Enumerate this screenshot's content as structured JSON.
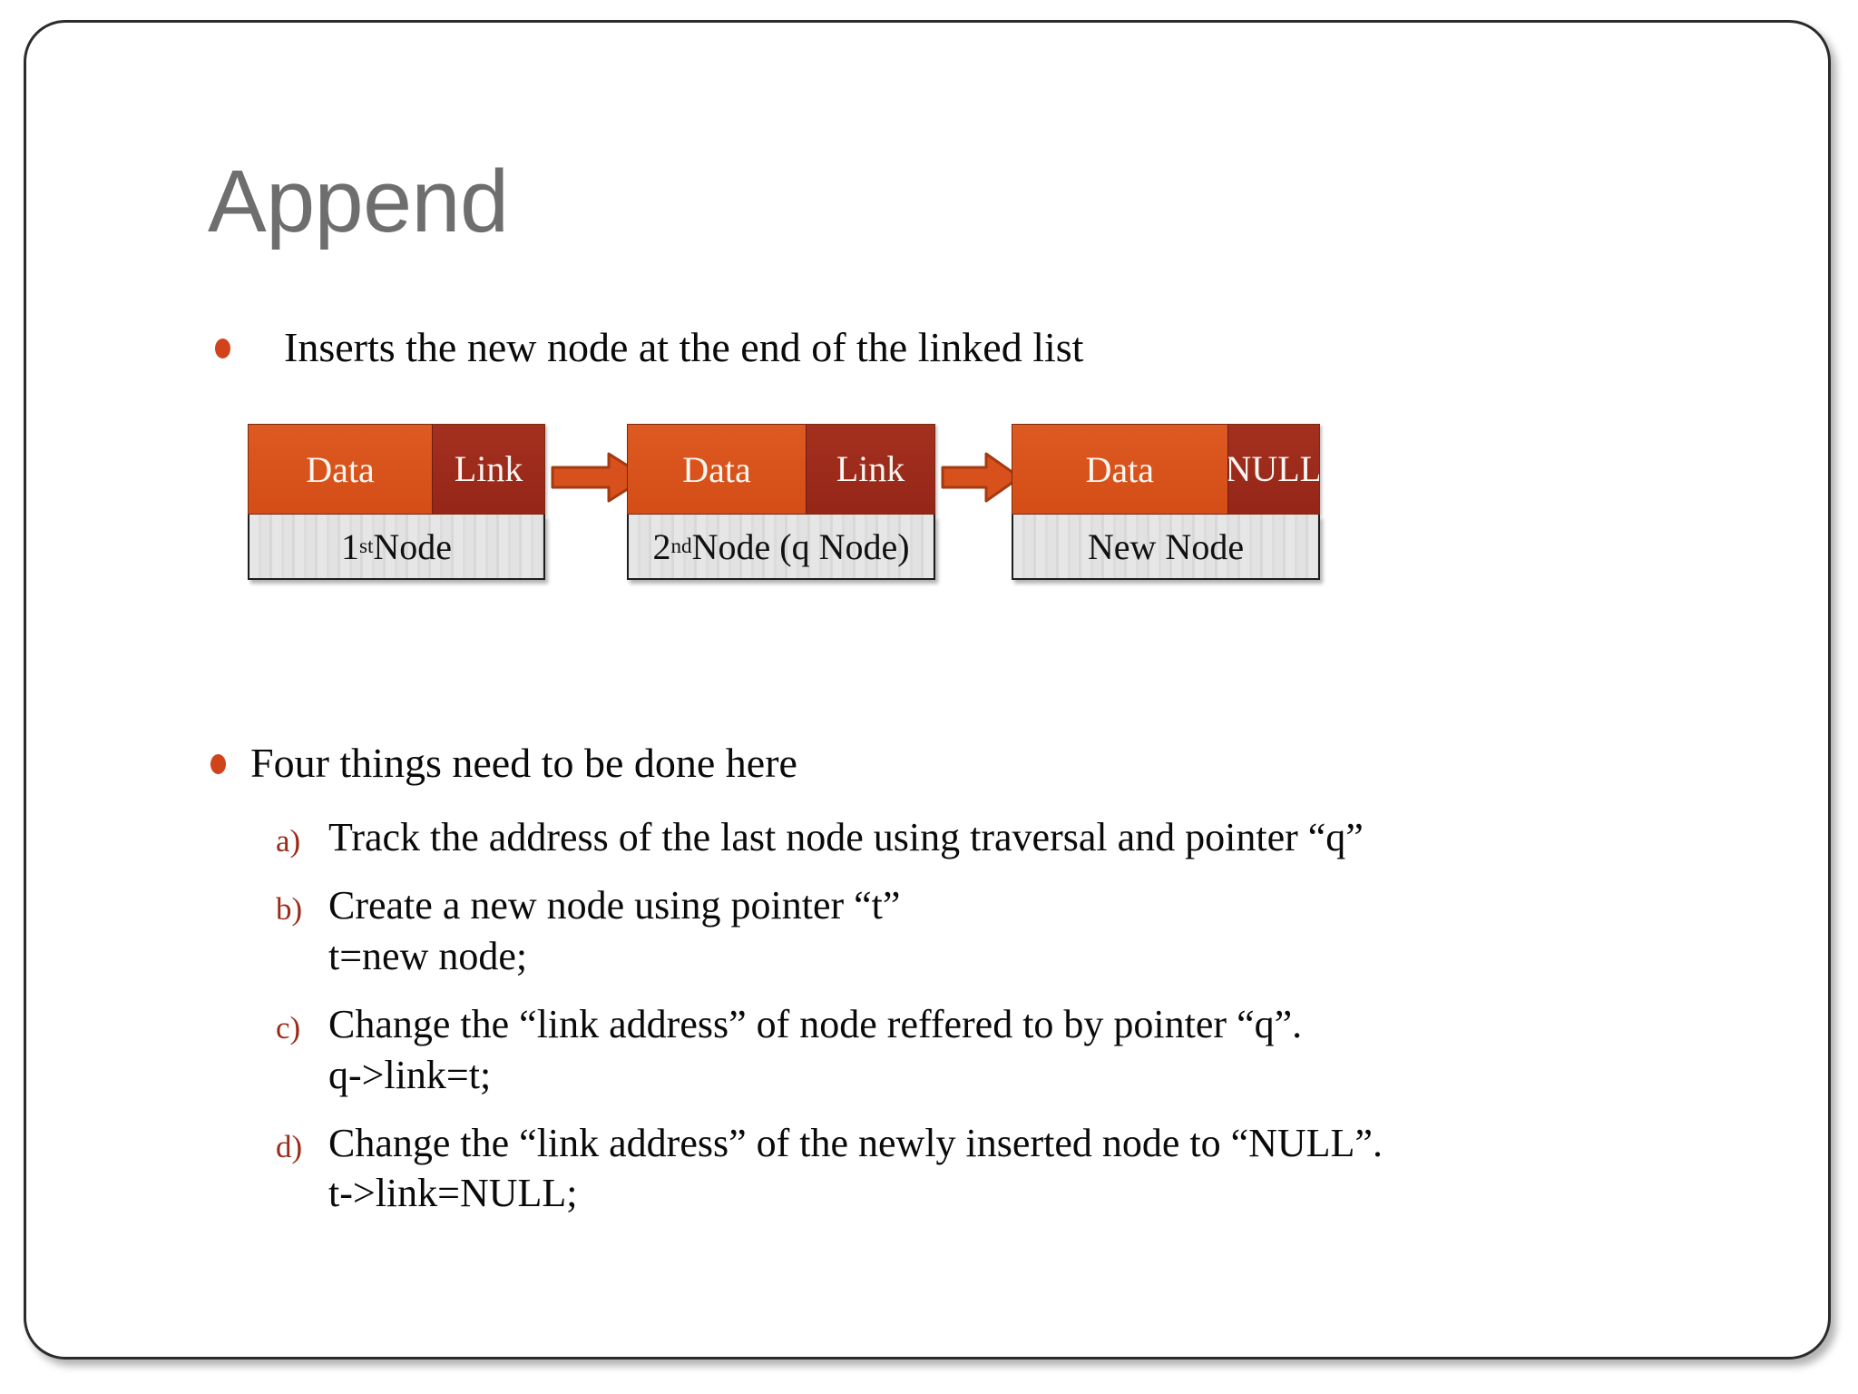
{
  "slide": {
    "title": "Append",
    "bullets": [
      {
        "text": "Inserts the new node at the end of the linked list"
      },
      {
        "text": "Four things need to be done here"
      }
    ],
    "steps": [
      {
        "marker": "a)",
        "text": "Track the address of the last node using traversal and pointer “q”",
        "code": ""
      },
      {
        "marker": "b)",
        "text": "Create a new node using pointer “t”",
        "code": "t=new node;"
      },
      {
        "marker": "c)",
        "text": "Change the “link address” of node reffered to by pointer “q”.",
        "code": "q->link=t;"
      },
      {
        "marker": "d)",
        "text": "Change the “link address” of the newly inserted node to “NULL”.",
        "code": "t->link=NULL;"
      }
    ],
    "diagram": {
      "type": "linked-list",
      "nodes": [
        {
          "data_label": "Data",
          "link_label": "Link",
          "caption_prefix": "1",
          "caption_sup": "st",
          "caption_suffix": " Node"
        },
        {
          "data_label": "Data",
          "link_label": "Link",
          "caption_prefix": "2",
          "caption_sup": "nd",
          "caption_suffix": " Node (q Node)"
        },
        {
          "data_label": "Data",
          "link_label": "NULL",
          "caption_prefix": "",
          "caption_sup": "",
          "caption_suffix": "New Node"
        }
      ],
      "arrows": 2
    },
    "colors": {
      "title": "#6e6e6e",
      "bullet": "#d1431a",
      "data_cell": "#d8501c",
      "link_cell": "#9c2a1c",
      "arrow": "#d8501c",
      "marker": "#9c2a18",
      "label_bar": "#e0e0e0",
      "border": "#2b2b2b"
    }
  }
}
